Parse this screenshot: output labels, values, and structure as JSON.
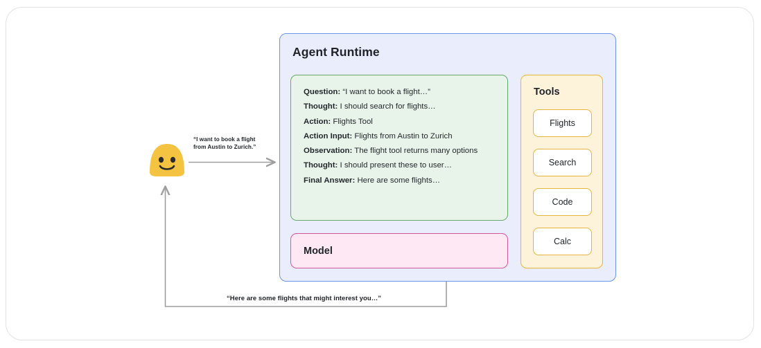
{
  "diagram": {
    "title": "Agent Runtime",
    "colors": {
      "runtime_border": "#6b93e8",
      "runtime_fill": "#eaeefc",
      "trace_border": "#66a86d",
      "trace_fill": "#e8f3e9",
      "model_border": "#d457a0",
      "model_fill": "#fde8f3",
      "tools_border": "#e8b33e",
      "tools_fill": "#fdf3da",
      "avatar": "#f5c342",
      "arrow": "#9e9e9e"
    }
  },
  "runtime": {
    "title": "Agent Runtime"
  },
  "trace": {
    "lines": [
      {
        "label": "Question:",
        "text": "“I want to book a flight…”"
      },
      {
        "label": "Thought:",
        "text": "I should search for flights…"
      },
      {
        "label": "Action:",
        "text": "Flights Tool"
      },
      {
        "label": "Action Input:",
        "text": "Flights from Austin to Zurich"
      },
      {
        "label": "Observation:",
        "text": "The flight tool returns many options"
      },
      {
        "label": "Thought:",
        "text": "I should present these to user…"
      },
      {
        "label": "Final Answer:",
        "text": "Here are some flights…"
      }
    ]
  },
  "model": {
    "label": "Model"
  },
  "tools": {
    "title": "Tools",
    "items": [
      {
        "label": "Flights"
      },
      {
        "label": "Search"
      },
      {
        "label": "Code"
      },
      {
        "label": "Calc"
      }
    ]
  },
  "user": {
    "avatar_icon": "smiley-face-icon",
    "request_line1": "“I want to book a flight",
    "request_line2": "from Austin to Zurich.”",
    "response": "“Here are some flights that might interest you…”"
  }
}
